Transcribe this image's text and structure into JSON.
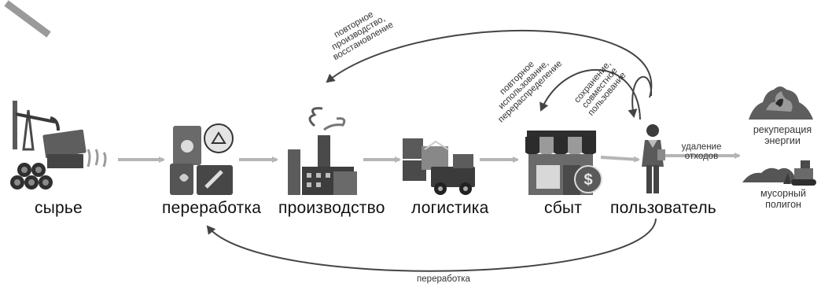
{
  "stages": {
    "raw": "сырье",
    "processing": "переработка",
    "production": "производство",
    "logistics": "логистика",
    "sales": "сбыт",
    "user": "пользователь"
  },
  "outcomes": {
    "recovery_l1": "рекуперация",
    "recovery_l2": "энергии",
    "landfill_l1": "мусорный",
    "landfill_l2": "полигон"
  },
  "flows": {
    "disposal_l1": "удаление",
    "disposal_l2": "отходов",
    "recycling_bottom": "переработка",
    "remanufacture_l1": "повторное",
    "remanufacture_l2": "производство,",
    "remanufacture_l3": "восстановление",
    "reuse_l1": "повторное",
    "reuse_l2": "использование,",
    "reuse_l3": "перераспределение",
    "sharing_l1": "сохранение,",
    "sharing_l2": "совместное",
    "sharing_l3": "пользование"
  },
  "icons": {
    "raw": "oil-pump-and-logs-icon",
    "processing": "barrels-recycling-icon",
    "production": "factory-icon",
    "logistics": "forklift-boxes-icon",
    "sales": "shop-dollar-icon",
    "user": "person-icon",
    "recovery": "fire-landfill-icon",
    "landfill": "bulldozer-landfill-icon"
  },
  "colors": {
    "arrow": "#b5b5b5",
    "curve": "#444444",
    "icon_dark": "#3a3a3a",
    "icon_mid": "#7a7a7a",
    "icon_light": "#bdbdbd"
  }
}
